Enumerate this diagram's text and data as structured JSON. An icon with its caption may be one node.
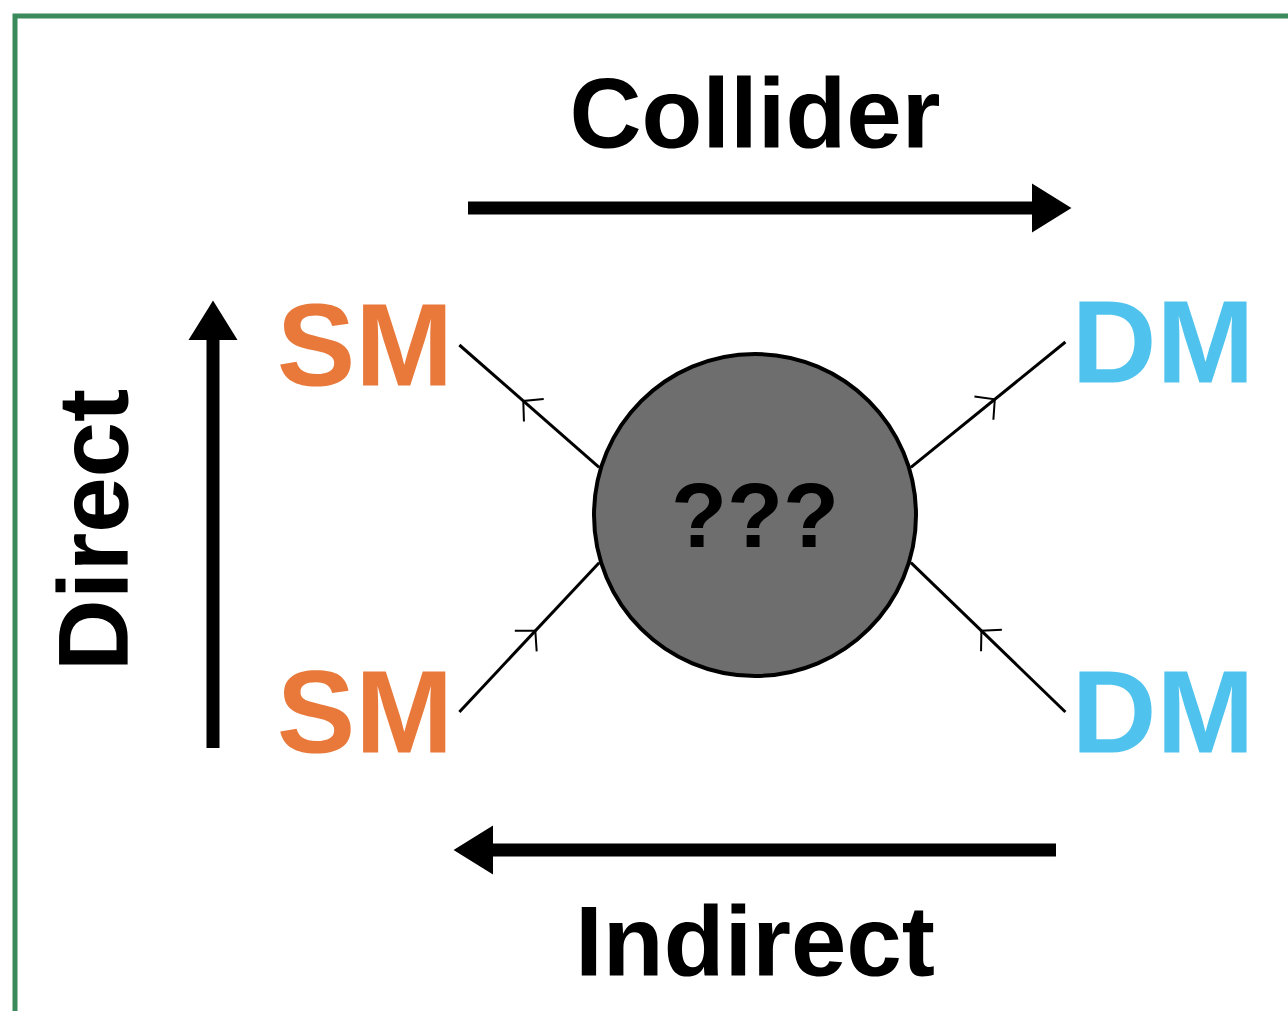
{
  "diagram": {
    "nodes": [
      {
        "text": [
          "SM"
        ]
      },
      {
        "text": [
          "SM"
        ]
      },
      {
        "text": [
          "???"
        ]
      },
      {
        "text": [
          "DM"
        ]
      },
      {
        "text": [
          "DM"
        ]
      }
    ],
    "edges": [
      {
        "from": 2,
        "to": 0,
        "arrow": "to"
      },
      {
        "from": 1,
        "to": 2,
        "arrow": "to"
      },
      {
        "from": 2,
        "to": 3,
        "arrow": "to"
      },
      {
        "from": 4,
        "to": 2,
        "arrow": "to"
      }
    ],
    "labels": [
      "Collider",
      "Direct",
      "Indirect"
    ]
  }
}
